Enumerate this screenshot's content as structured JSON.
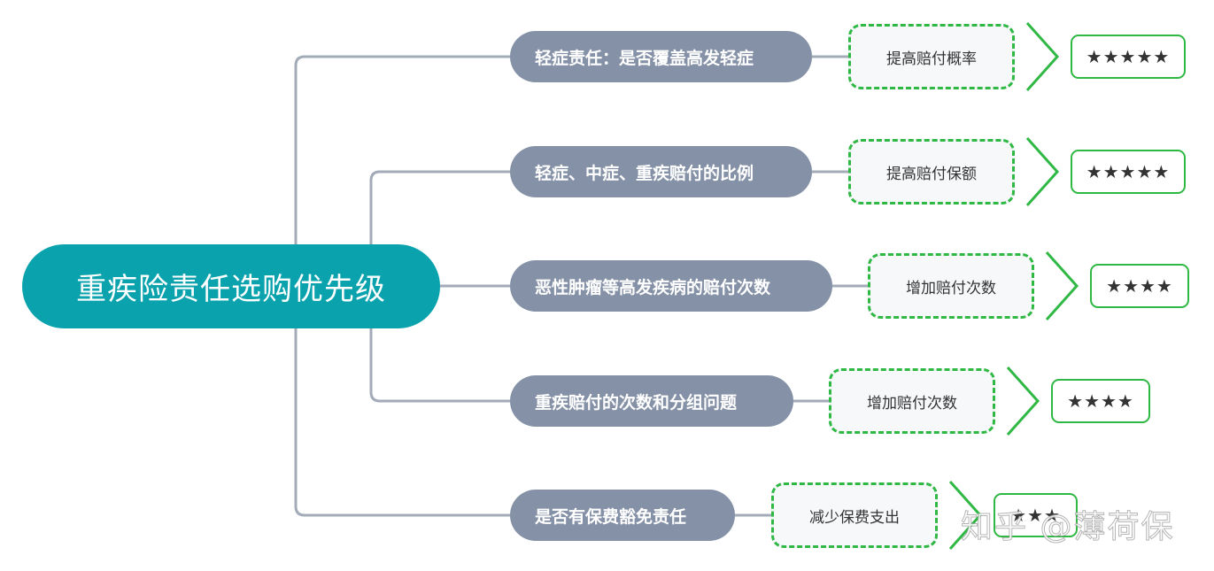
{
  "root": {
    "label": "重疾险责任选购优先级"
  },
  "rows": [
    {
      "branch": "轻症责任：是否覆盖高发轻症",
      "leaf": "提高赔付概率",
      "rating": "★★★★★"
    },
    {
      "branch": "轻症、中症、重疾赔付的比例",
      "leaf": "提高赔付保额",
      "rating": "★★★★★"
    },
    {
      "branch": "恶性肿瘤等高发疾病的赔付次数",
      "leaf": "增加赔付次数",
      "rating": "★★★★"
    },
    {
      "branch": "重疾赔付的次数和分组问题",
      "leaf": "增加赔付次数",
      "rating": "★★★★"
    },
    {
      "branch": "是否有保费豁免责任",
      "leaf": "减少保费支出",
      "rating": "★★★"
    }
  ],
  "watermark": "知乎 @薄荷保",
  "colors": {
    "root": "#0aa3ad",
    "branch": "#8591a6",
    "accent": "#2fb844",
    "line": "#a3abb8"
  }
}
